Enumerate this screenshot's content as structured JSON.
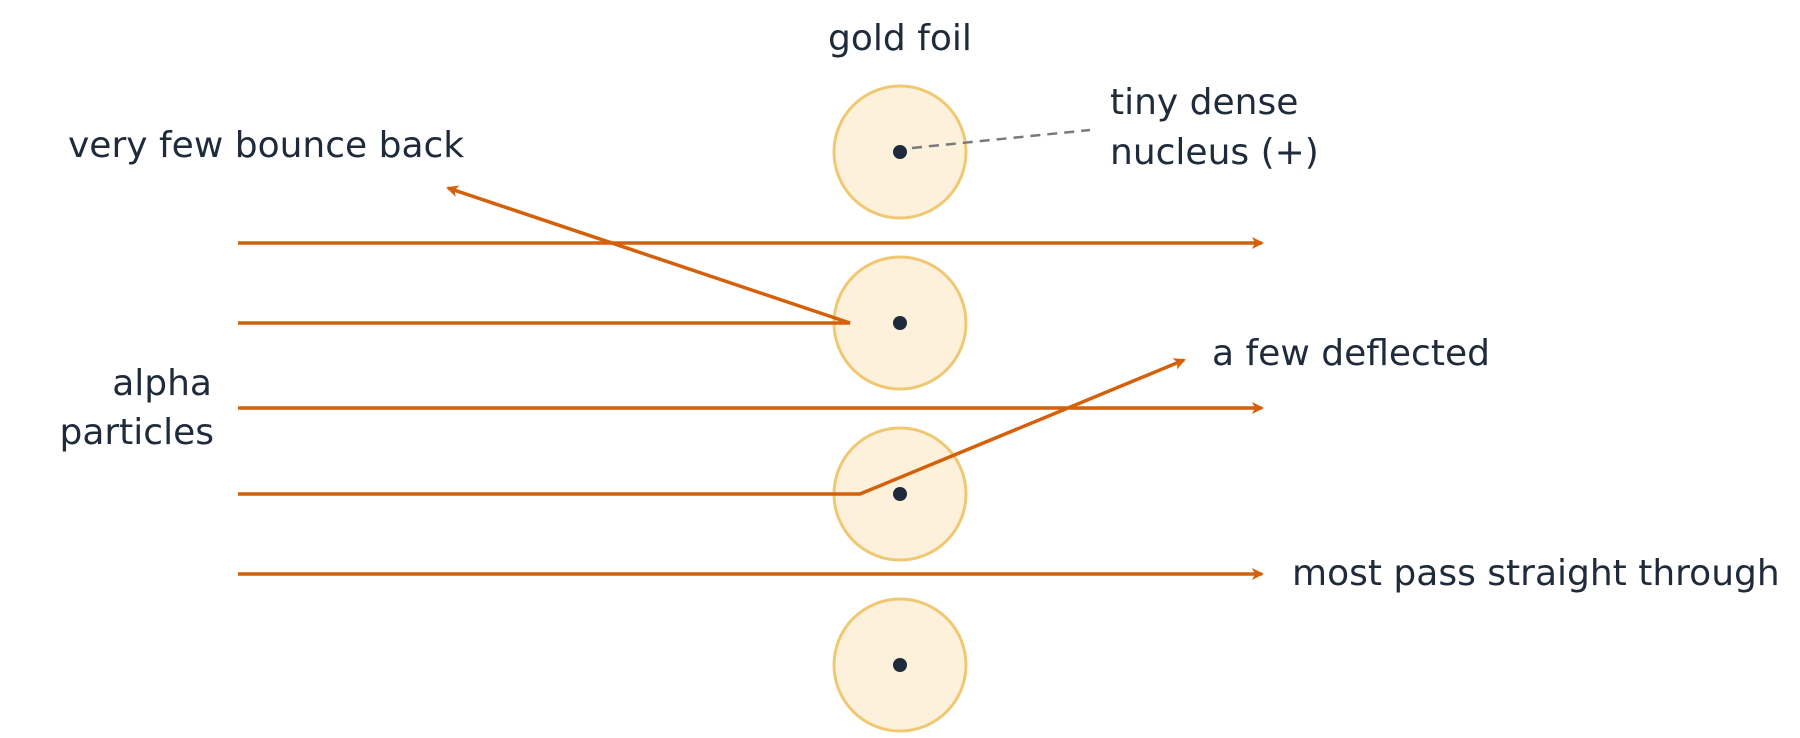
{
  "labels": {
    "gold_foil": "gold foil",
    "nucleus_line1": "tiny dense",
    "nucleus_line2": "nucleus (+)",
    "bounce_back": "very few bounce back",
    "deflected": "a few deflected",
    "alpha_line1": "alpha",
    "alpha_line2": "particles",
    "straight_through": "most pass straight through"
  },
  "colors": {
    "text": "#1f2a3a",
    "particle_path": "#d4600a",
    "atom_fill": "#fdf1dc",
    "atom_stroke": "#f0c872",
    "nucleus": "#1f2a3a",
    "leader_line": "#7a7a7a"
  },
  "atoms": 4
}
